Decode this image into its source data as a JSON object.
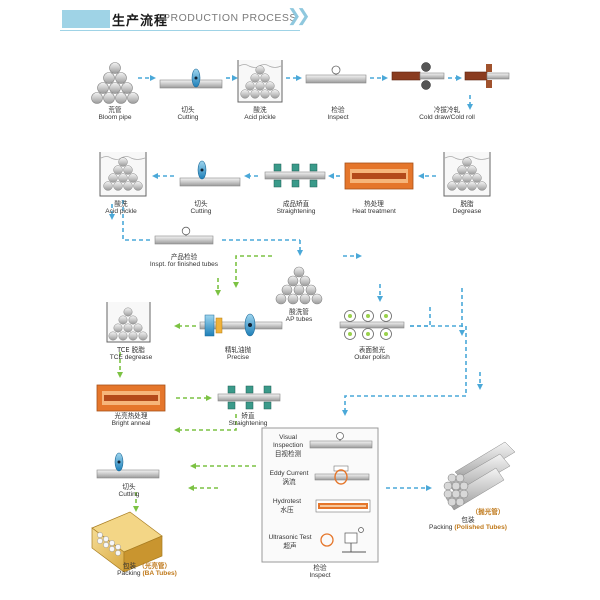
{
  "header": {
    "title_cn": "生产流程",
    "title_en": "PRODUCTION PROCESS",
    "chevrons": "❯❯"
  },
  "colors": {
    "flow_blue": "#4aa8d8",
    "flow_green": "#7cc243",
    "heat_orange": "#e5762b",
    "highlight": "#c07a1c"
  },
  "steps": {
    "bloom_pipe": {
      "cn": "荒管",
      "en": "Bloom pipe"
    },
    "cutting_1": {
      "cn": "切头",
      "en": "Cutting"
    },
    "acid_pickle_1": {
      "cn": "酸洗",
      "en": "Acid pickle"
    },
    "inspect_1": {
      "cn": "检验",
      "en": "Inspect"
    },
    "cold_draw": {
      "cn": "冷拔冷轧",
      "en": "Cold draw/Cold roll"
    },
    "degrease": {
      "cn": "脱脂",
      "en": "Degrease"
    },
    "heat_treatment": {
      "cn": "热处理",
      "en": "Heat treatment"
    },
    "straightening_1": {
      "cn": "成品矫直",
      "en": "Straightening"
    },
    "cutting_2": {
      "cn": "切头",
      "en": "Cutting"
    },
    "acid_pickle_2": {
      "cn": "酸洗",
      "en": "Acid pickle"
    },
    "finished_inspect": {
      "cn": "产品检验",
      "en": "Inspt. for finished tubes"
    },
    "ap_tubes": {
      "cn": "酸洗管",
      "en": "AP tubes"
    },
    "outer_polish": {
      "cn": "表面抛光",
      "en": "Outer polish"
    },
    "tce_degrease": {
      "cn": "TCE 脱脂",
      "en": "TCE degrease"
    },
    "precise": {
      "cn": "精轧油抛",
      "en": "Precise"
    },
    "bright_anneal": {
      "cn": "光亮热处理",
      "en": "Bright anneal"
    },
    "straightening_2": {
      "cn": "矫直",
      "en": "Straightening"
    },
    "cutting_3": {
      "cn": "切头",
      "en": "Cutting"
    },
    "packing_polished": {
      "cn": "包装",
      "en": "Packing",
      "sub": "（抛光管）",
      "sub_en": "(Polished Tubes)"
    },
    "packing_ba": {
      "cn": "包装",
      "en": "Packing",
      "sub": "（光亮管）",
      "sub_en": "(BA Tubes)"
    },
    "inspect_final": {
      "cn": "检验",
      "en": "Inspect"
    }
  },
  "inspect_box": {
    "visual": {
      "en1": "Visual",
      "en2": "Inspection",
      "cn": "目视检测"
    },
    "eddy": {
      "en": "Eddy Current",
      "cn": "涡流"
    },
    "hydro": {
      "en": "Hydrotest",
      "cn": "水压"
    },
    "ultra": {
      "en": "Ultrasonic Test",
      "cn": "超声"
    }
  }
}
